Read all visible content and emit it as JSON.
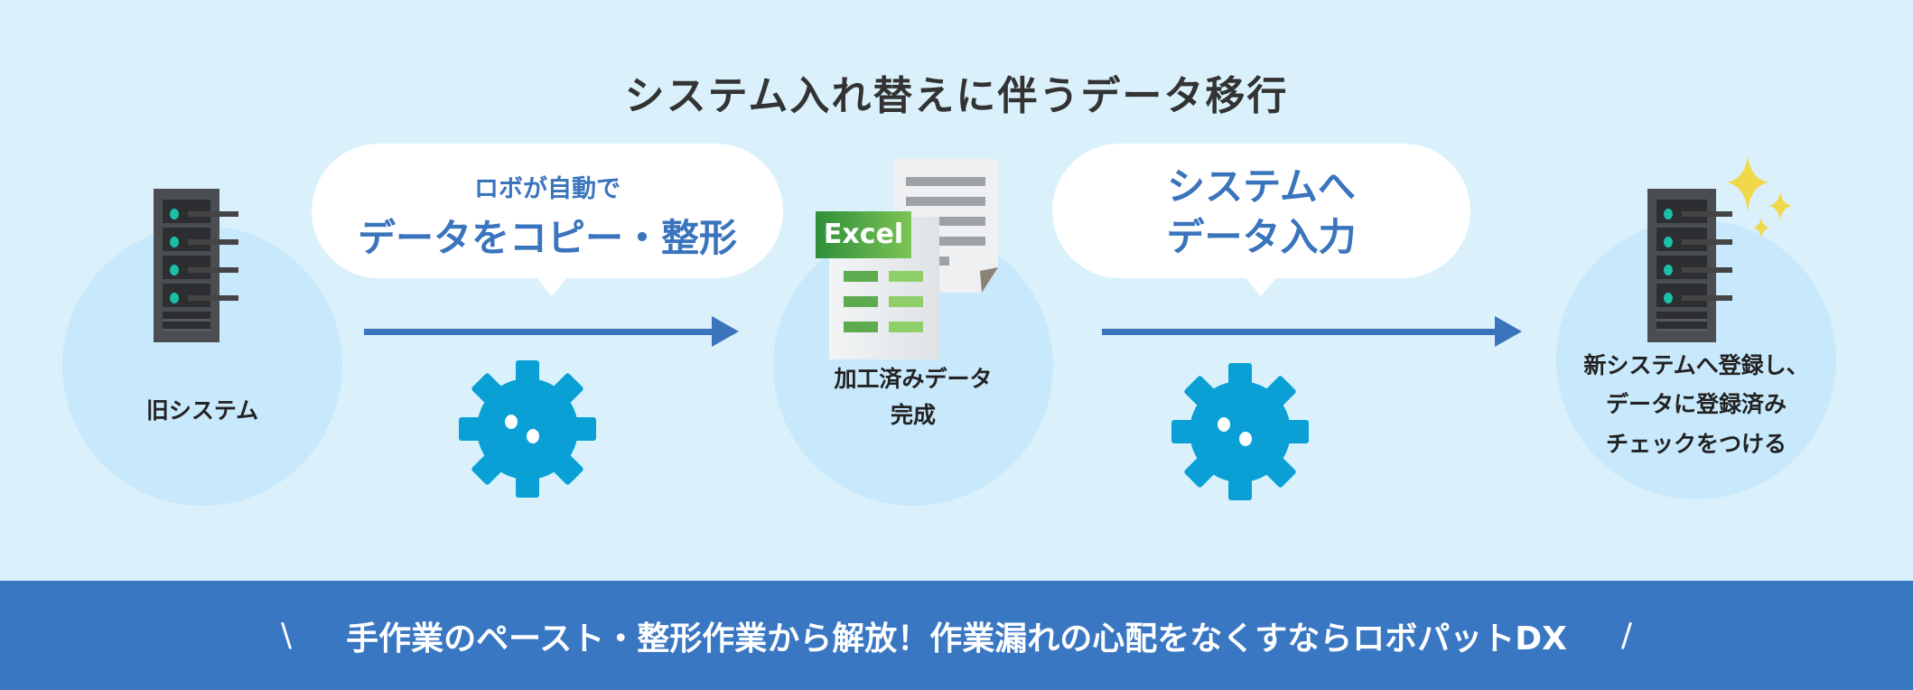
{
  "title": "システム入れ替えに伴うデータ移行",
  "steps": {
    "old_system": {
      "label": "旧システム"
    },
    "bubble1": {
      "line1": "ロボが自動で",
      "line2": "データをコピー・整形"
    },
    "processed": {
      "excel_label": "Excel",
      "line1": "加工済みデータ",
      "line2": "完成"
    },
    "bubble2": {
      "line1": "システムへ",
      "line2": "データ入力"
    },
    "new_system": {
      "line1": "新システムへ登録し、",
      "line2": "データに登録済み",
      "line3": "チェックをつける"
    }
  },
  "banner": {
    "left_mark": "\\",
    "text": "手作業のペースト・整形作業から解放！作業漏れの心配をなくすならロボパットDX",
    "right_mark": "/"
  },
  "colors": {
    "background": "#daf1fc",
    "accent_blue": "#3a74bd",
    "gear": "#0aa0d6",
    "banner": "#3a77c3",
    "excel_green": "#3c9a3e"
  }
}
